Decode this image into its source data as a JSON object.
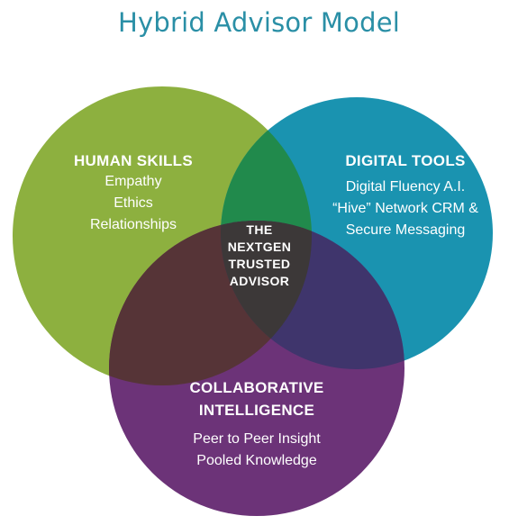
{
  "title": "Hybrid Advisor Model",
  "colors": {
    "title": "#2a8fa6",
    "human": "#8db03f",
    "digital": "#1a93b0",
    "collab": "#6c3378",
    "human_digital": "#218a4c",
    "human_collab": "#563437",
    "digital_collab": "#3f356c",
    "center": "#3c3838"
  },
  "circles": {
    "human": {
      "heading": "HUMAN SKILLS",
      "items": [
        "Empathy",
        "Ethics",
        "Relationships"
      ]
    },
    "digital": {
      "heading": "DIGITAL TOOLS",
      "items": [
        "Digital Fluency A.I.",
        "“Hive” Network CRM &",
        "Secure Messaging"
      ]
    },
    "collab": {
      "heading_lines": [
        "COLLABORATIVE",
        "INTELLIGENCE"
      ],
      "items": [
        "Peer to Peer Insight",
        "Pooled Knowledge"
      ]
    }
  },
  "center": {
    "lines": [
      "THE",
      "NEXTGEN",
      "TRUSTED",
      "ADVISOR"
    ]
  }
}
